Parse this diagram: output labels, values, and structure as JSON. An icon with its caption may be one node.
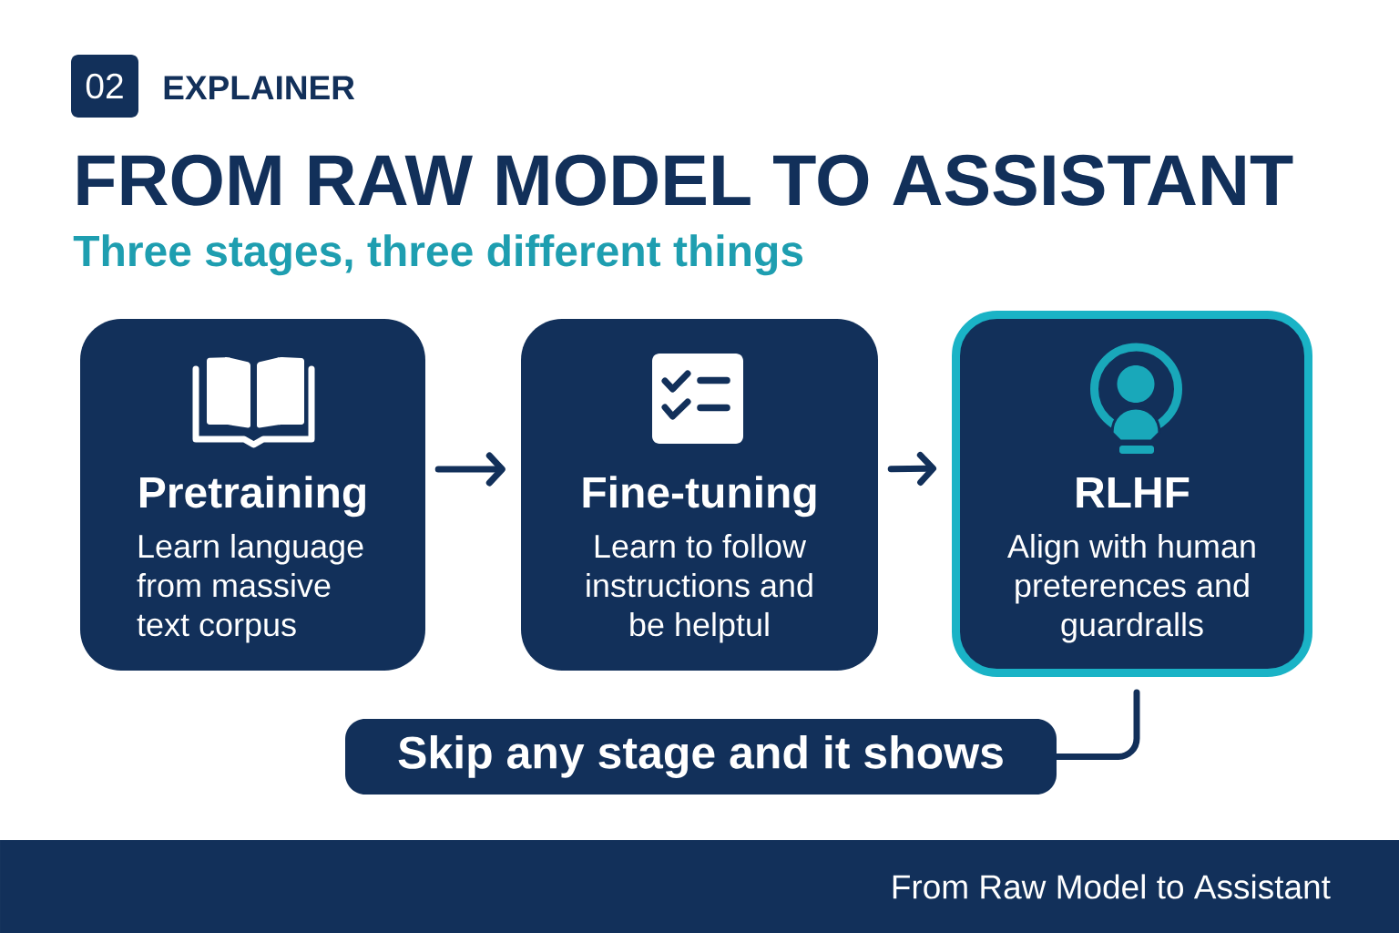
{
  "diagram": {
    "title": "FROM RAW MODEL TO ASSISTANT",
    "nodes": [
      {
        "text": [
          "02"
        ],
        "beside": [
          "EXPLAINER"
        ]
      },
      {
        "text": [
          "Pretraining",
          "Learn language from massive text corpus"
        ]
      },
      {
        "text": [
          "Fine-tuning",
          "Learn to follow instructions and be helptul"
        ]
      },
      {
        "text": [
          "RLHF",
          "Align with human preterences and guardralls"
        ]
      },
      {
        "text": [
          "Skip any stage and it shows"
        ]
      },
      {
        "text": [
          "From Raw Model to Assistant"
        ]
      }
    ],
    "edges": [
      {
        "from": 1,
        "to": 2,
        "arrow": "to"
      },
      {
        "from": 2,
        "to": 3,
        "arrow": "to"
      },
      {
        "from": 3,
        "to": 4,
        "arrow": "none"
      }
    ],
    "labels": [
      "Three stages, three different things"
    ]
  }
}
